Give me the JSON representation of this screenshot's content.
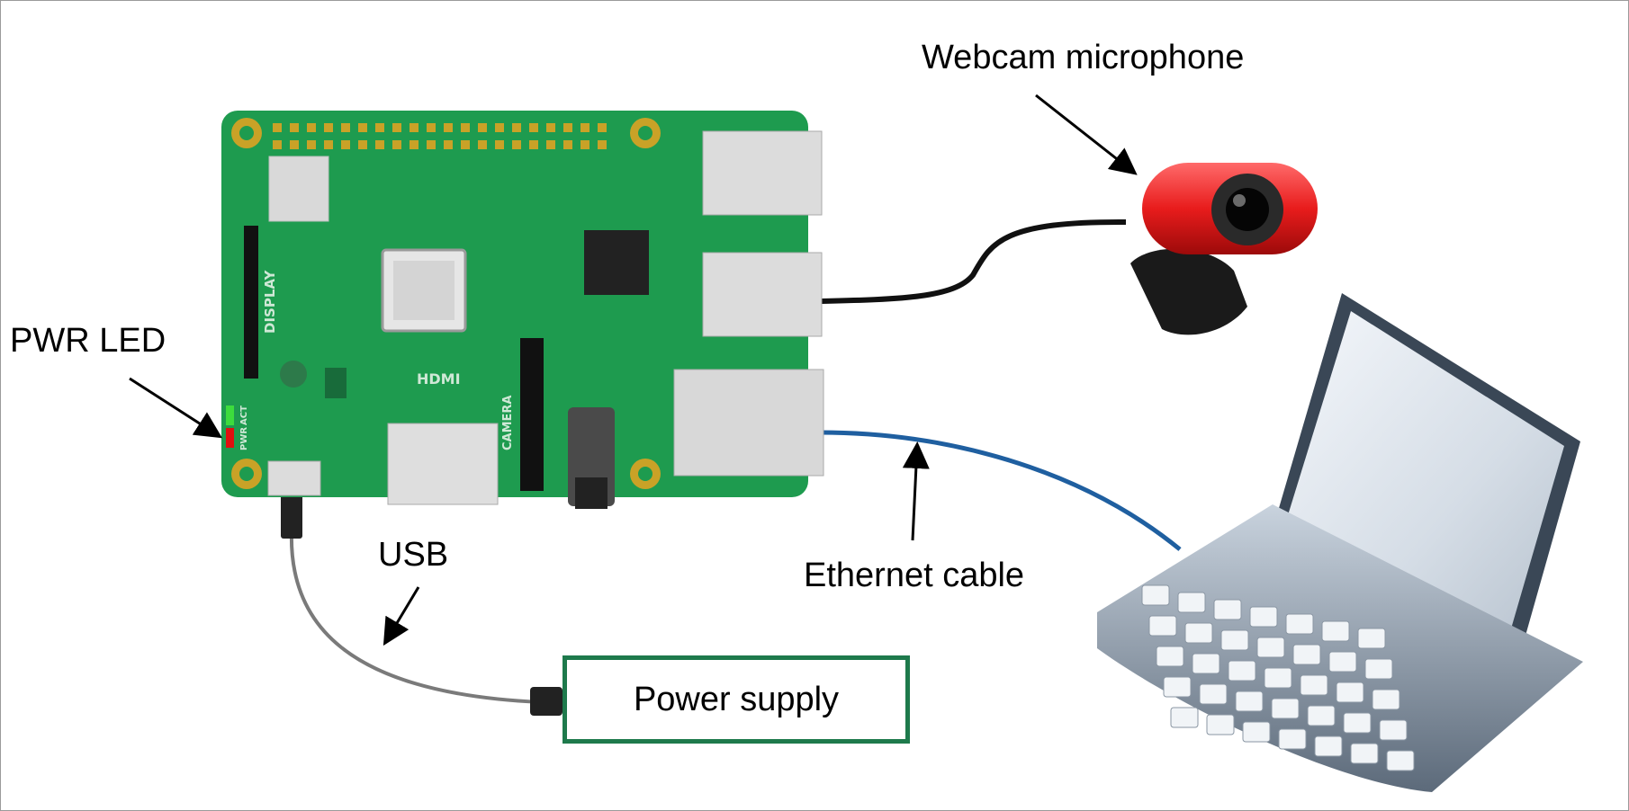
{
  "labels": {
    "webcam": "Webcam microphone",
    "pwr_led": "PWR LED",
    "usb": "USB",
    "ethernet": "Ethernet cable",
    "power_supply": "Power supply"
  },
  "board_silkscreen": {
    "display": "DISPLAY",
    "hdmi": "HDMI",
    "camera": "CAMERA",
    "act": "ACT",
    "pwr": "PWR"
  },
  "colors": {
    "board": "#1e9b4f",
    "power_box_border": "#1e7a4c",
    "ethernet_cable": "#1f5fa0",
    "webcam_body": "#e81c1c",
    "led_act": "#3ddc3d",
    "led_pwr": "#e01010"
  }
}
